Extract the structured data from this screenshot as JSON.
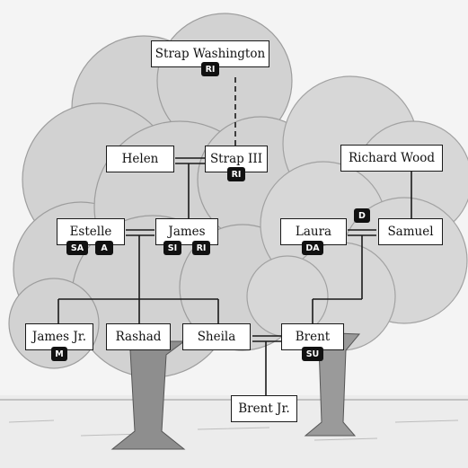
{
  "people": {
    "strap_washington": {
      "name": "Strap Washington",
      "badges": [
        "RI"
      ]
    },
    "helen": {
      "name": "Helen",
      "badges": []
    },
    "strap_iii": {
      "name": "Strap III",
      "badges": [
        "RI"
      ]
    },
    "richard_wood": {
      "name": "Richard Wood",
      "badges": []
    },
    "estelle": {
      "name": "Estelle",
      "badges": [
        "SA",
        "A"
      ]
    },
    "james": {
      "name": "James",
      "badges": [
        "SI",
        "RI"
      ]
    },
    "laura": {
      "name": "Laura",
      "badges": [
        "D",
        "DA"
      ]
    },
    "samuel": {
      "name": "Samuel",
      "badges": []
    },
    "james_jr": {
      "name": "James Jr.",
      "badges": [
        "M"
      ]
    },
    "rashad": {
      "name": "Rashad",
      "badges": []
    },
    "sheila": {
      "name": "Sheila",
      "badges": []
    },
    "brent": {
      "name": "Brent",
      "badges": [
        "SU"
      ]
    },
    "brent_jr": {
      "name": "Brent Jr.",
      "badges": []
    }
  },
  "colors": {
    "background": "#f4f4f4",
    "foliage": "#c9c9c9",
    "trunk": "#8a8a8a",
    "node_border": "#1a1a1a",
    "badge": "#111111"
  }
}
